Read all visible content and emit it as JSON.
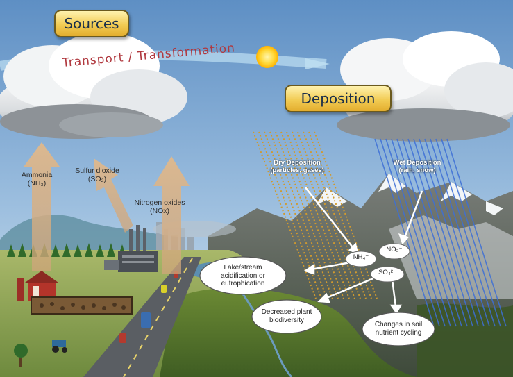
{
  "headings": {
    "sources": "Sources",
    "transport": "Transport / Transformation",
    "deposition": "Deposition"
  },
  "emissions": {
    "ammonia": "Ammonia (NH₃)",
    "sulfur": "Sulfur dioxide (SO₂)",
    "nitrogen": "Nitrogen oxides (NOx)"
  },
  "deposition_types": {
    "dry_title": "Dry Deposition",
    "dry_sub": "(particles, gases)",
    "wet_title": "Wet Deposition",
    "wet_sub": "(rain, snow)"
  },
  "chemicals": {
    "no3": "NO₃⁻",
    "nh4": "NH₄⁺",
    "so4": "SO₄²⁻"
  },
  "effects": {
    "lake": "Lake/stream acidification or eutrophication",
    "plant": "Decreased plant biodiversity",
    "soil": "Changes in soil nutrient cycling"
  },
  "colors": {
    "sky_top": "#5e8fc4",
    "sky_bottom": "#cfe0ee",
    "badge_gold": "#f2cc54",
    "badge_text": "#1b2f4a",
    "transport_text": "#b0383e",
    "emission_arrow": "#d9b48a",
    "dry_stripes": "#d19a2e",
    "wet_lines": "#3d6fd6"
  }
}
